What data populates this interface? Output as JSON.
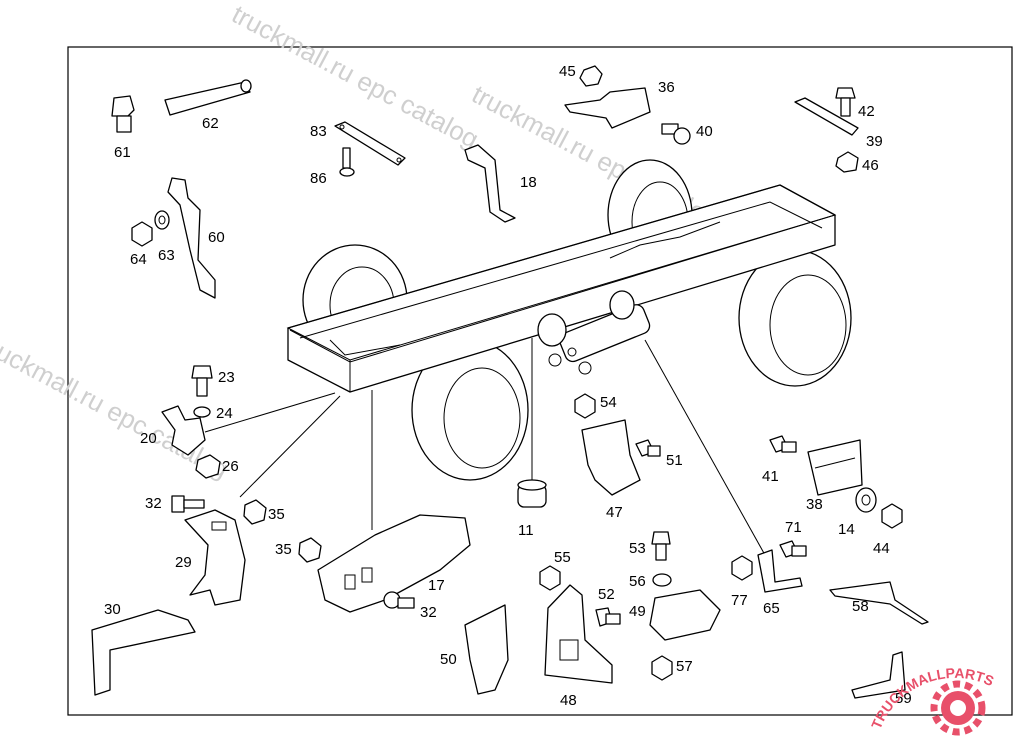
{
  "watermark": {
    "text_1": "truckmall.ru epc catalog",
    "text_2": "truckmall.ru epc catalog",
    "text_3": "truckmall.ru epc catalog"
  },
  "logo": {
    "text": "TRUCKMALLPARTS",
    "color": "#e8506a"
  },
  "callouts": [
    "61",
    "62",
    "83",
    "86",
    "18",
    "45",
    "36",
    "40",
    "42",
    "39",
    "46",
    "60",
    "63",
    "64",
    "23",
    "24",
    "20",
    "26",
    "32",
    "35",
    "29",
    "35",
    "17",
    "32",
    "30",
    "11",
    "54",
    "51",
    "47",
    "55",
    "52",
    "53",
    "56",
    "49",
    "57",
    "50",
    "48",
    "41",
    "38",
    "14",
    "44",
    "71",
    "77",
    "65",
    "58",
    "59"
  ]
}
